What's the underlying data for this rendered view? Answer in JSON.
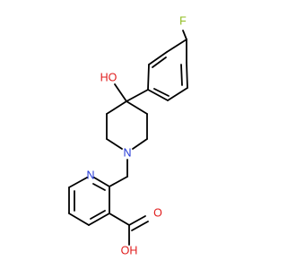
{
  "molecule": {
    "atom_labels": {
      "fluorine": "F",
      "hydroxyl": "HO",
      "piperidine_nitrogen": "N",
      "pyridine_nitrogen": "N",
      "carbonyl_oxygen": "O",
      "acid_hydroxyl": "OH"
    },
    "colors": {
      "bond": "#000000",
      "fluorine": "#8fbc1f",
      "oxygen": "#e01b1b",
      "nitrogen": "#1f35d6"
    }
  }
}
